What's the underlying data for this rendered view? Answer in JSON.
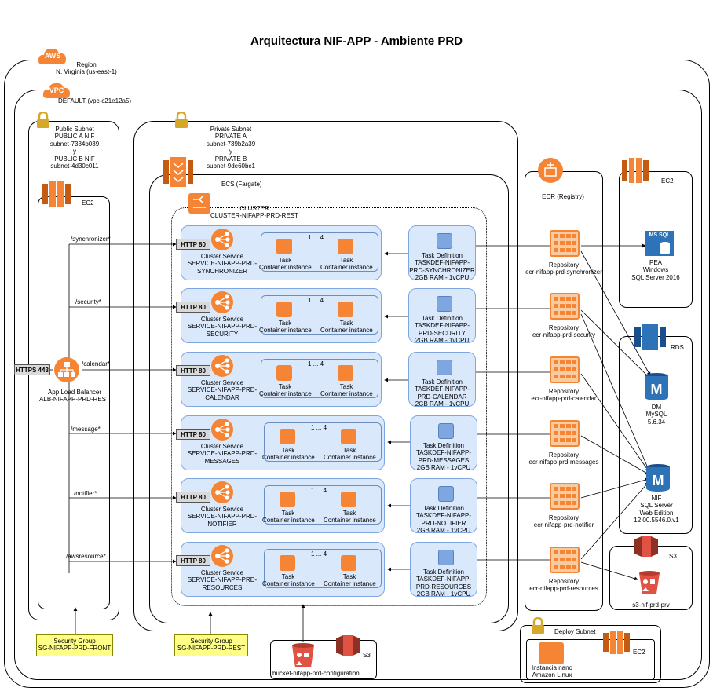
{
  "title": "Arquitectura NIF-APP - Ambiente PRD",
  "aws": {
    "badge": "AWS",
    "region_label": "Region",
    "region_name": "N. Virginia (us-east-1)"
  },
  "vpc": {
    "badge": "VPC",
    "name": "DEFAULT (vpc-c21e12a5)"
  },
  "public_subnet": {
    "lines": [
      "Public Subnet",
      "PUBLIC A NIF",
      "subnet-7334b039",
      "y",
      "PUBLIC B NIF",
      "subnet-4d30c011"
    ]
  },
  "private_subnet": {
    "lines": [
      "Private Subnet",
      "PRIVATE A",
      "subnet-739b2a39",
      "y",
      "PRIVATE B",
      "subnet-9de60bc1"
    ]
  },
  "ec2_front": "EC2",
  "ecs_label": "ECS (Fargate)",
  "cluster": {
    "lines": [
      "CLUSTER",
      "CLUSTER-NIFAPP-PRD-REST"
    ]
  },
  "https_label": "HTTPS 443",
  "alb": {
    "lines": [
      "App Load Balancer",
      "ALB-NIFAPP-PRD-REST"
    ]
  },
  "routes": [
    "/synchronizer*",
    "/security*",
    "/calendar*",
    "/message*",
    "/notifier*",
    "/awsresource*"
  ],
  "http_label": "HTTP 80",
  "task_range": "1 ... 4",
  "task_lines": [
    "Task",
    "Container instance"
  ],
  "services": [
    {
      "svc": [
        "Cluster Service",
        "SERVICE-NIFAPP-PRD-",
        "SYNCHRONIZER"
      ],
      "def": [
        "Task Definition",
        "TASKDEF-NIFAPP-",
        "PRD-SYNCHRONIZER",
        "2GB RAM - 1vCPU"
      ],
      "repo": [
        "Repository",
        "ecr-nifapp-prd-synchronizer"
      ]
    },
    {
      "svc": [
        "Cluster Service",
        "SERVICE-NIFAPP-PRD-",
        "SECURITY"
      ],
      "def": [
        "Task Definition",
        "TASKDEF-NIFAPP-",
        "PRD-SECURITY",
        "2GB RAM - 1vCPU"
      ],
      "repo": [
        "Repository",
        "ecr-nifapp-prd-security"
      ]
    },
    {
      "svc": [
        "Cluster Service",
        "SERVICE-NIFAPP-PRD-",
        "CALENDAR"
      ],
      "def": [
        "Task Definition",
        "TASKDEF-NIFAPP-",
        "PRD-CALENDAR",
        "2GB RAM - 1vCPU"
      ],
      "repo": [
        "Repository",
        "ecr-nifapp-prd-calendar"
      ]
    },
    {
      "svc": [
        "Cluster Service",
        "SERVICE-NIFAPP-PRD-",
        "MESSAGES"
      ],
      "def": [
        "Task Definition",
        "TASKDEF-NIFAPP-",
        "PRD-MESSAGES",
        "2GB RAM - 1vCPU"
      ],
      "repo": [
        "Repository",
        "ecr-nifapp-prd-messages"
      ]
    },
    {
      "svc": [
        "Cluster Service",
        "SERVICE-NIFAPP-PRD-",
        "NOTIFIER"
      ],
      "def": [
        "Task Definition",
        "TASKDEF-NIFAPP-",
        "PRD-NOTIFIER",
        "2GB RAM - 1vCPU"
      ],
      "repo": [
        "Repository",
        "ecr-nifapp-prd-notifier"
      ]
    },
    {
      "svc": [
        "Cluster Service",
        "SERVICE-NIFAPP-PRD-",
        "RESOURCES"
      ],
      "def": [
        "Task Definition",
        "TASKDEF-NIFAPP-",
        "PRD-RESOURCES",
        "2GB RAM - 1vCPU"
      ],
      "repo": [
        "Repository",
        "ecr-nifapp-prd-resources"
      ]
    }
  ],
  "ecr_label": "ECR (Registry)",
  "ec2_pea": {
    "tag": "EC2",
    "mssql": "MS SQL",
    "lines": [
      "PEA",
      "Windows",
      "SQL Server 2016"
    ]
  },
  "rds": {
    "tag": "RDS",
    "dm": [
      "DM",
      "MySQL",
      "5.6.34"
    ],
    "nif": [
      "NIF",
      "SQL Server",
      "Web Edition",
      "12.00.5546.0.v1"
    ]
  },
  "s3_right": {
    "tag": "S3",
    "name": "s3-nif-prd-prv"
  },
  "s3_bottom": {
    "tag": "S3",
    "name": "bucket-nifapp-prd-configuration"
  },
  "sg_front": [
    "Security Group",
    "SG-NIFAPP-PRD-FRONT"
  ],
  "sg_rest": [
    "Security Group",
    "SG-NIFAPP-PRD-REST"
  ],
  "deploy": {
    "label": "Deploy Subnet",
    "ec2": "EC2",
    "lines": [
      "Instancia nano",
      "Amazon Linux"
    ]
  },
  "colors": {
    "aws_orange": "#f58534",
    "svc_fill": "#dae8fc",
    "svc_stroke": "#7ea6e0",
    "sg_fill": "#ffff88",
    "rds_blue": "#2e73b8"
  }
}
